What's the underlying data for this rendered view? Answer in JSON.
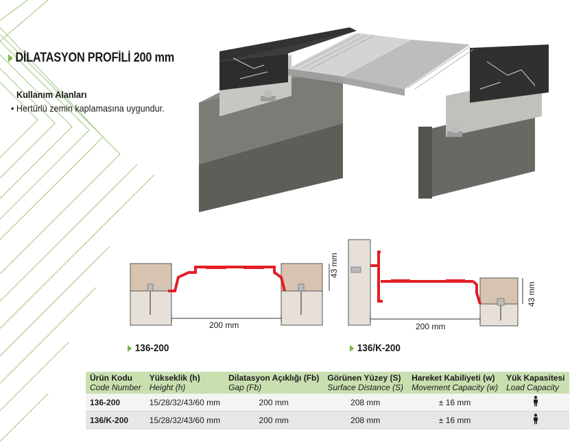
{
  "header": {
    "title": "DİLATASYON PROFİLİ 200 mm"
  },
  "usage": {
    "title": "Kullanım Alanları",
    "items": [
      "Hertürlü zemin kaplamasına uygundur."
    ]
  },
  "diagrams": [
    {
      "code": "136-200",
      "gap_label": "200 mm",
      "height_label": "43 mm"
    },
    {
      "code": "136/K-200",
      "gap_label": "200 mm",
      "height_label": "43 mm"
    }
  ],
  "table": {
    "headers": [
      "Ürün Kodu",
      "Yükseklik (h)",
      "Dilatasyon Açıklığı (Fb)",
      "Görünen Yüzey (S)",
      "Hareket Kabiliyeti (w)",
      "Yük Kapasitesi"
    ],
    "subheaders": [
      "Code Number",
      "Height (h)",
      "Gap (Fb)",
      "Surface Distance (S)",
      "Movement Capacity (w)",
      "Load Capacity"
    ],
    "rows": [
      [
        "136-200",
        "15/28/32/43/60 mm",
        "200 mm",
        "208 mm",
        "± 16 mm",
        "pedestrian-icon"
      ],
      [
        "136/K-200",
        "15/28/32/43/60 mm",
        "200 mm",
        "208 mm",
        "± 16 mm",
        "pedestrian-icon"
      ]
    ]
  },
  "colors": {
    "accent": "#7ab648",
    "header_bg": "#c9dfb0",
    "profile_red": "#e31e24"
  }
}
